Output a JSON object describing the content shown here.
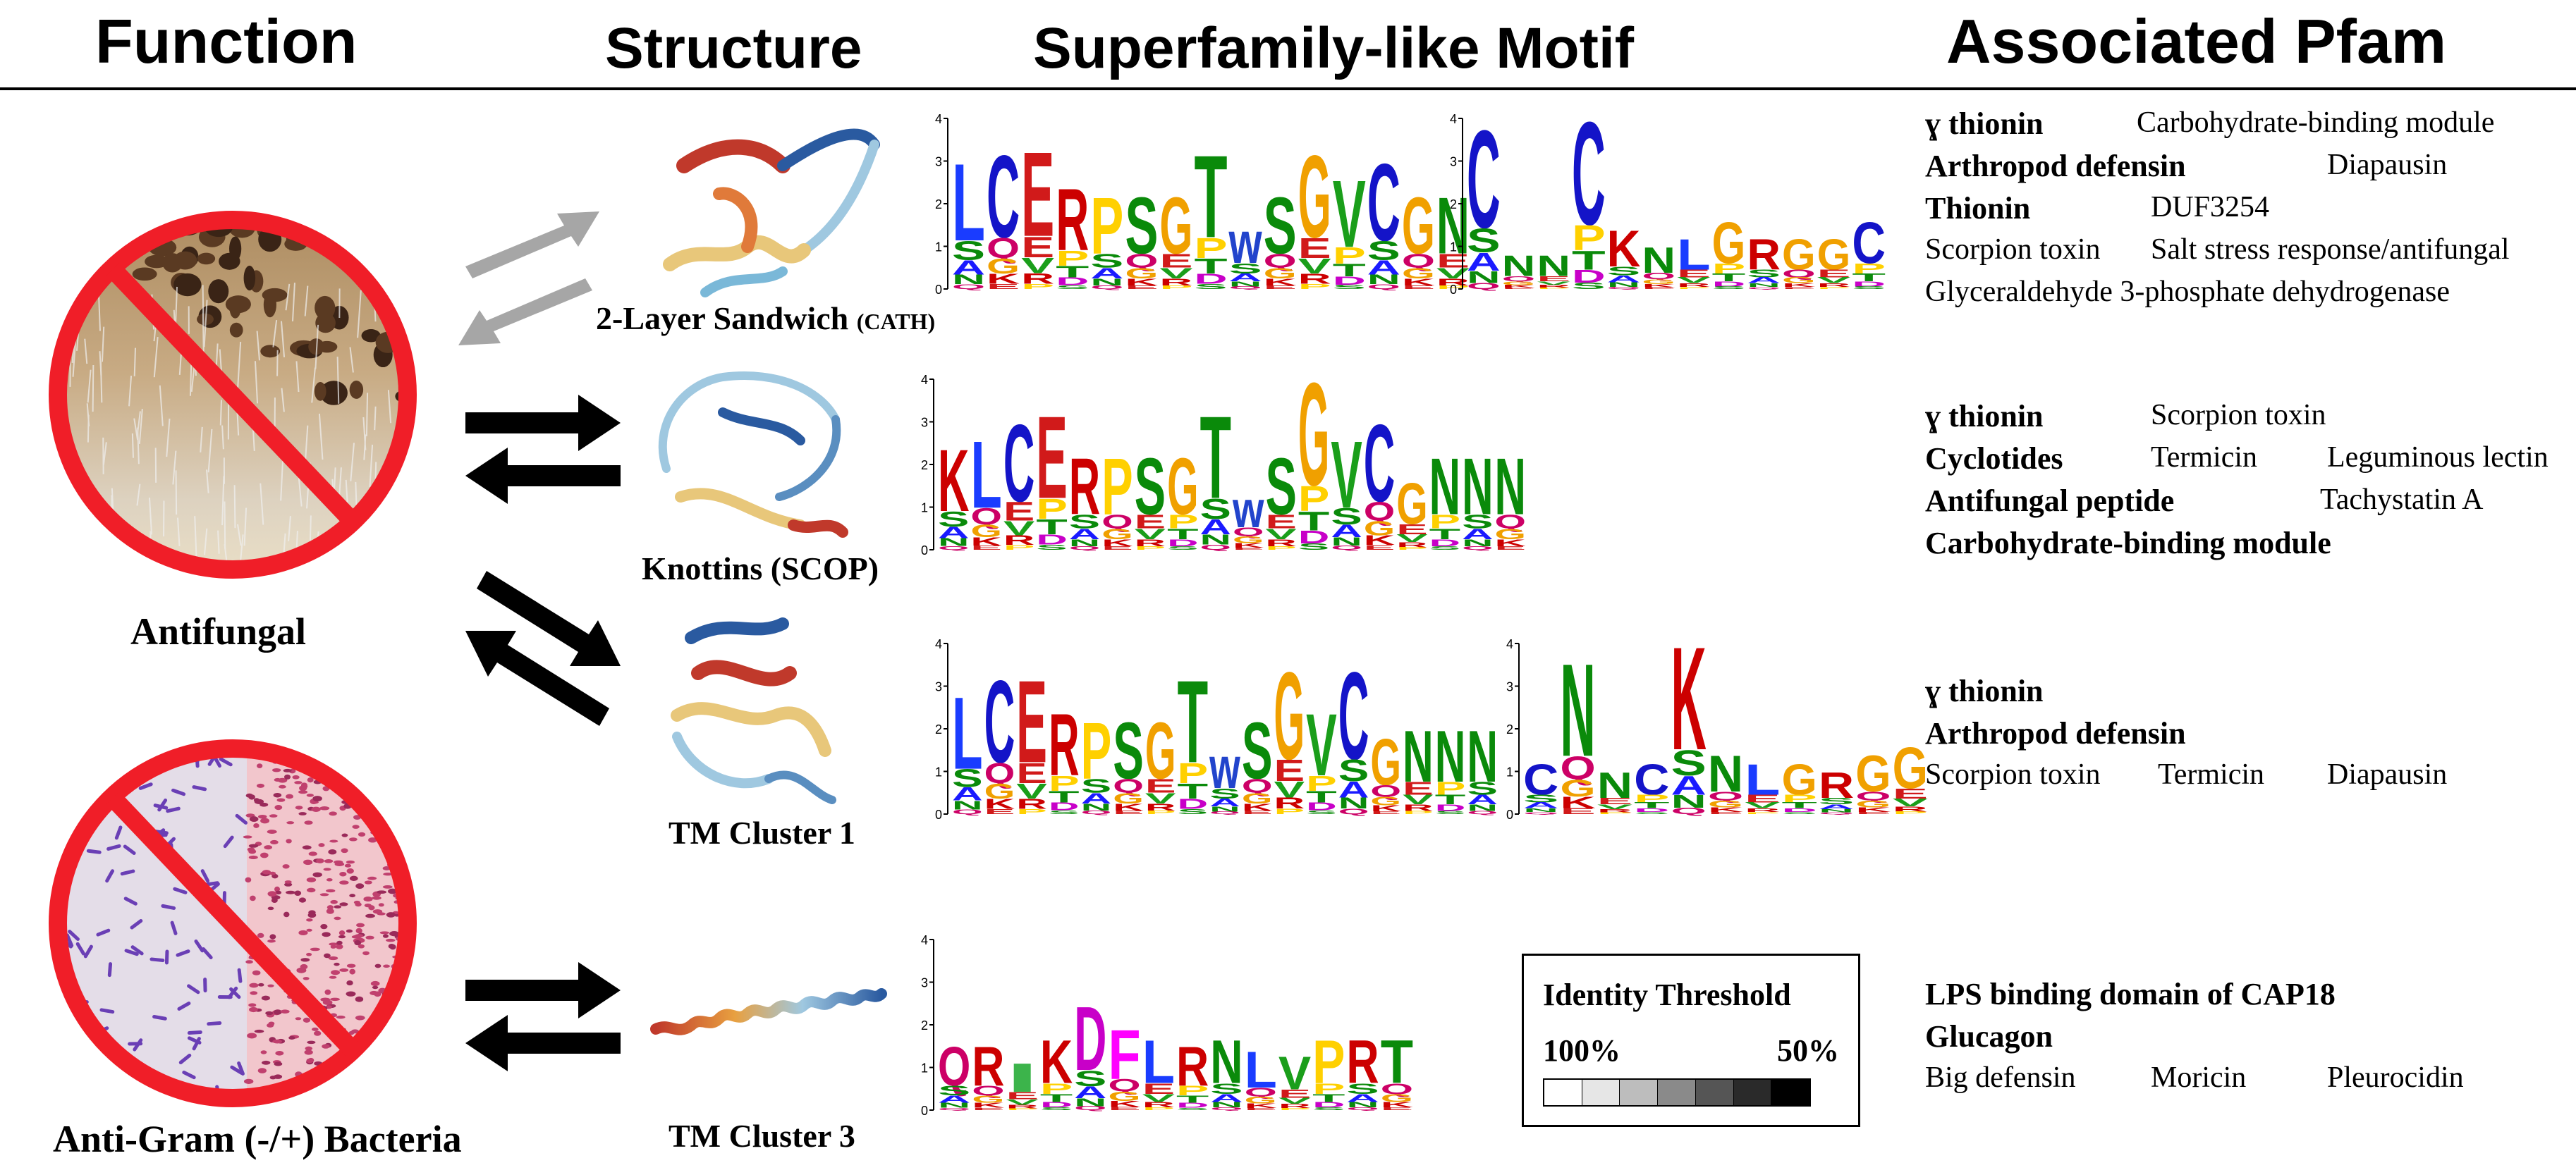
{
  "headers": {
    "function": "Function",
    "structure": "Structure",
    "motif": "Superfamily-like Motif",
    "pfam": "Associated Pfam"
  },
  "function_labels": {
    "antifungal": "Antifungal",
    "antibacterial": "Anti-Gram (-/+) Bacteria"
  },
  "structures": [
    {
      "label": "2-Layer Sandwich",
      "suffix": "(CATH)"
    },
    {
      "label": "Knottins (SCOP)"
    },
    {
      "label": "TM Cluster 1"
    },
    {
      "label": "TM Cluster 3"
    }
  ],
  "pfam_groups": [
    [
      {
        "text": "ɣ thionin",
        "bold": true
      },
      {
        "text": "Carbohydrate-binding module",
        "bold": false
      },
      {
        "text": "Arthropod defensin",
        "bold": true
      },
      {
        "text": "Diapausin",
        "bold": false
      },
      {
        "text": "Thionin",
        "bold": true
      },
      {
        "text": "DUF3254",
        "bold": false
      },
      {
        "text": "Scorpion toxin",
        "bold": false
      },
      {
        "text": "Salt stress response/antifungal",
        "bold": false
      },
      {
        "text": "Glyceraldehyde 3-phosphate dehydrogenase",
        "bold": false
      }
    ],
    [
      {
        "text": "ɣ thionin",
        "bold": true
      },
      {
        "text": "Scorpion toxin",
        "bold": false
      },
      {
        "text": "Cyclotides",
        "bold": true
      },
      {
        "text": "Termicin",
        "bold": false
      },
      {
        "text": "Leguminous lectin",
        "bold": false
      },
      {
        "text": "Antifungal peptide",
        "bold": true
      },
      {
        "text": "Tachystatin A",
        "bold": false
      },
      {
        "text": "Carbohydrate-binding module",
        "bold": true
      }
    ],
    [
      {
        "text": "ɣ thionin",
        "bold": true
      },
      {
        "text": "Arthropod defensin",
        "bold": true
      },
      {
        "text": "Scorpion toxin",
        "bold": false
      },
      {
        "text": "Termicin",
        "bold": false
      },
      {
        "text": "Diapausin",
        "bold": false
      }
    ],
    [
      {
        "text": "LPS binding domain of CAP18",
        "bold": true
      },
      {
        "text": "Glucagon",
        "bold": true
      },
      {
        "text": "Big defensin",
        "bold": false
      },
      {
        "text": "Moricin",
        "bold": false
      },
      {
        "text": "Pleurocidin",
        "bold": false
      }
    ]
  ],
  "legend": {
    "title": "Identity Threshold",
    "left": "100%",
    "right": "50%",
    "swatches": [
      "#ffffff",
      "#e6e6e6",
      "#bdbdbd",
      "#8a8a8a",
      "#555555",
      "#2a2a2a",
      "#000000"
    ]
  },
  "logos": {
    "axis_ticks": [
      "4",
      "3",
      "2",
      "1",
      "0"
    ],
    "motif_a": "LCERPSGTwSGVCGN",
    "motif_b": "CNNCKNLGRGGC",
    "motif_c": "KLCERPSGTwSGVCGNNN",
    "motif_d": "LCERPSGTwSGVCGNNN",
    "motif_e": "CNNCKNLGRGG",
    "motif_f": "QRIKDFLRNLVPRT",
    "letter_colors": {
      "A": "#1a1aff",
      "C": "#1414c8",
      "D": "#c800c8",
      "E": "#d11a1a",
      "F": "#ff00ff",
      "G": "#f0a000",
      "H": "#ff9fc0",
      "I": "#3cb44b",
      "K": "#cc0000",
      "L": "#1a3cff",
      "M": "#228b22",
      "N": "#0a8a0a",
      "P": "#ffd000",
      "Q": "#cc0066",
      "R": "#cc0000",
      "S": "#0a8a0a",
      "T": "#0a8a0a",
      "V": "#1a9e1a",
      "W": "#2244cc",
      "Y": "#26c6da",
      "w": "#2244cc",
      "v": "#1a9e1a"
    }
  },
  "colors": {
    "ban_red": "#f01e28",
    "arrow_gray": "#a6a6a6",
    "arrow_black": "#000000"
  }
}
